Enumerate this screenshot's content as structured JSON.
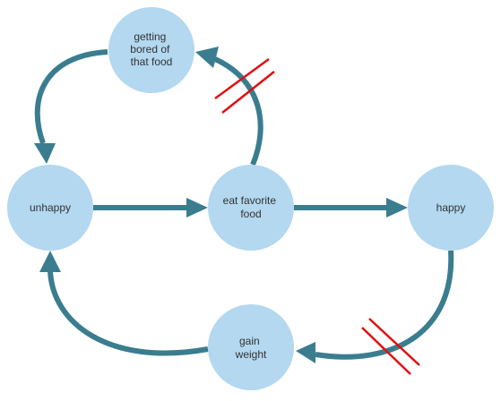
{
  "diagram": {
    "colors": {
      "node_fill": "#b3d8f0",
      "edge": "#3a7d8f",
      "delay_mark": "#e01010",
      "text": "#333333"
    },
    "nodes": [
      {
        "id": "bored",
        "lines": [
          "getting",
          "bored of",
          "that food"
        ]
      },
      {
        "id": "unhappy",
        "lines": [
          "unhappy"
        ]
      },
      {
        "id": "eat",
        "lines": [
          "eat favorite",
          "food"
        ]
      },
      {
        "id": "happy",
        "lines": [
          "happy"
        ]
      },
      {
        "id": "gain",
        "lines": [
          "gain",
          "weight"
        ]
      }
    ],
    "edges": [
      {
        "from": "unhappy",
        "to": "eat",
        "delayed": false
      },
      {
        "from": "eat",
        "to": "happy",
        "delayed": false
      },
      {
        "from": "eat",
        "to": "bored",
        "delayed": true
      },
      {
        "from": "bored",
        "to": "unhappy",
        "delayed": false
      },
      {
        "from": "happy",
        "to": "gain",
        "delayed": true
      },
      {
        "from": "gain",
        "to": "unhappy",
        "delayed": false
      }
    ]
  }
}
